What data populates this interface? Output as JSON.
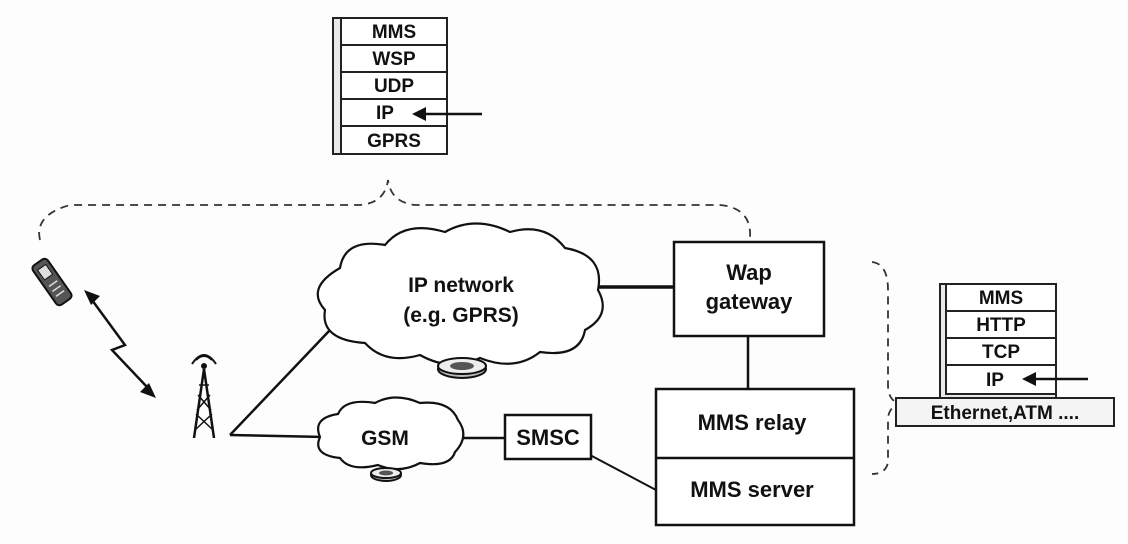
{
  "left_stack": {
    "layers": [
      "MMS",
      "WSP",
      "UDP",
      "IP",
      "GPRS"
    ]
  },
  "right_stack": {
    "layers": [
      "MMS",
      "HTTP",
      "TCP",
      "IP",
      "Ethernet,ATM ...."
    ]
  },
  "ip_network": {
    "line1": "IP network",
    "line2": "(e.g. GPRS)"
  },
  "gsm": {
    "label": "GSM"
  },
  "wap_gateway": {
    "line1": "Wap",
    "line2": "gateway"
  },
  "smsc": {
    "label": "SMSC"
  },
  "mms_relay": {
    "label": "MMS relay"
  },
  "mms_server": {
    "label": "MMS server"
  }
}
